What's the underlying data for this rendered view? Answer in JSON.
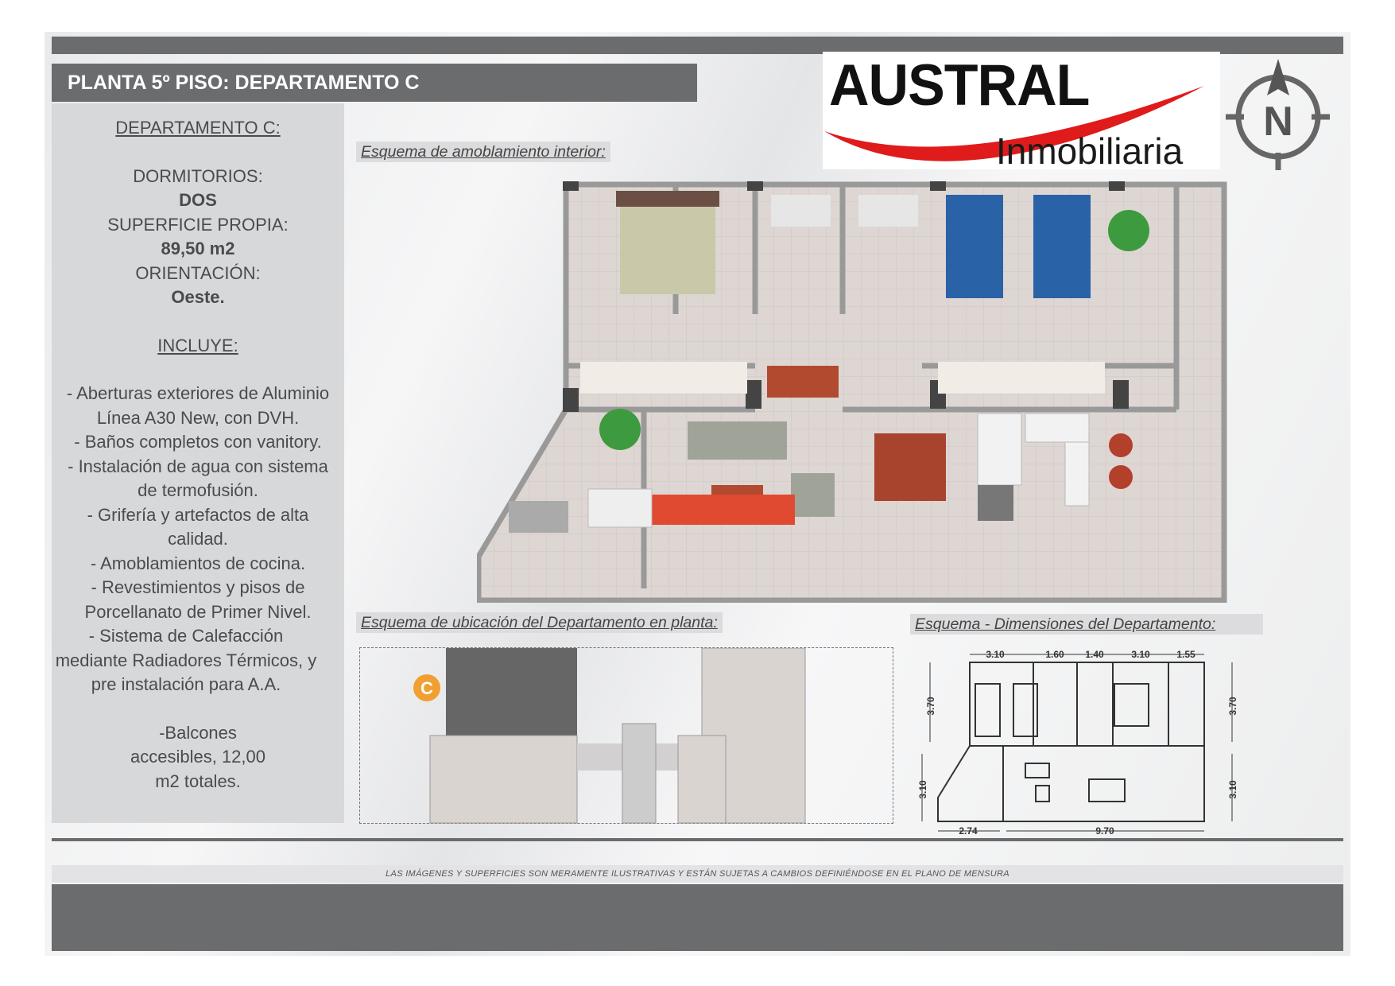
{
  "header": {
    "title": "PLANTA 5º PISO: DEPARTAMENTO C"
  },
  "brand": {
    "name": "AUSTRAL",
    "subtitle": "Inmobiliaria",
    "accent": "#e01b1b"
  },
  "compass": {
    "label": "N"
  },
  "details": {
    "heading": "DEPARTAMENTO C:",
    "bedrooms_label": "DORMITORIOS:",
    "bedrooms": "DOS",
    "area_label": "SUPERFICIE PROPIA:",
    "area": "89,50 m2",
    "orientation_label": "ORIENTACIÓN:",
    "orientation": "Oeste.",
    "includes_heading": "INCLUYE:",
    "includes": [
      "- Aberturas exteriores de Aluminio Línea A30 New, con DVH.",
      "- Baños completos con vanitory.",
      "- Instalación de agua con sistema de termofusión.",
      "- Grifería y artefactos de alta calidad.",
      "- Amoblamientos de cocina.",
      "- Revestimientos y pisos de Porcellanato de Primer Nivel.",
      "- Sistema de Calefacción mediante Radiadores Térmicos, y pre instalación para A.A."
    ],
    "balconies": "-Balcones accesibles, 12,00 m2 totales."
  },
  "captions": {
    "interior": "Esquema de amoblamiento interior:",
    "location": "Esquema de ubicación del Departamento en planta:",
    "dimensions": "Esquema - Dimensiones del Departamento:"
  },
  "location": {
    "unit_marker": "C",
    "marker_color": "#f0a030"
  },
  "dimensions": {
    "top": [
      "3.10",
      "1.60",
      "1.40",
      "3.10",
      "1.55"
    ],
    "left": [
      "3.70",
      "3.10"
    ],
    "right": [
      "3.70",
      "3.10"
    ],
    "bottom": [
      "2.74",
      "9.70"
    ]
  },
  "disclaimer": "LAS IMÁGENES Y SUPERFICIES SON MERAMENTE ILUSTRATIVAS Y ESTÁN SUJETAS A CAMBIOS DEFINIÉNDOSE EN EL PLANO DE MENSURA"
}
